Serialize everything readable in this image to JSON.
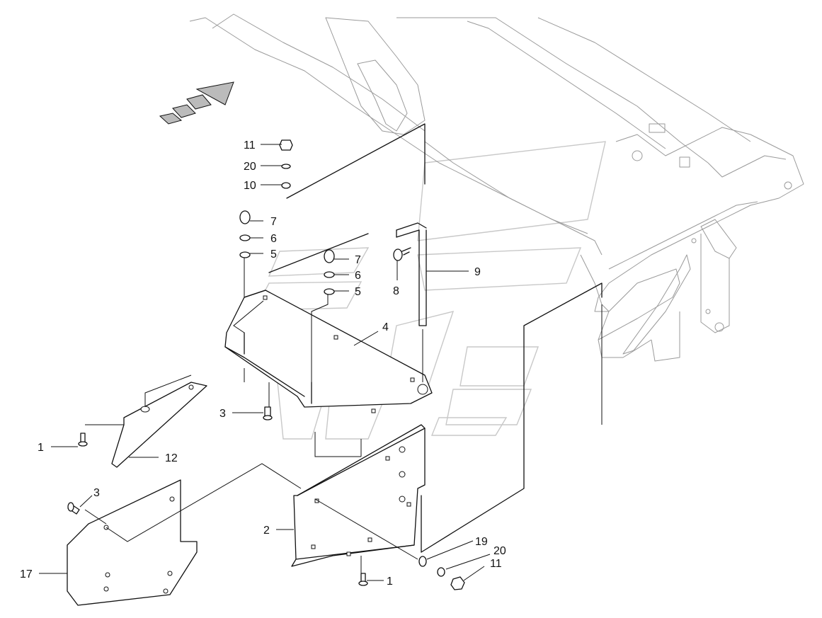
{
  "callouts": [
    {
      "id": "c11a",
      "text": "11"
    },
    {
      "id": "c20a",
      "text": "20"
    },
    {
      "id": "c10",
      "text": "10"
    },
    {
      "id": "c7a",
      "text": "7"
    },
    {
      "id": "c6a",
      "text": "6"
    },
    {
      "id": "c5a",
      "text": "5"
    },
    {
      "id": "c7b",
      "text": "7"
    },
    {
      "id": "c6b",
      "text": "6"
    },
    {
      "id": "c5b",
      "text": "5"
    },
    {
      "id": "c8",
      "text": "8"
    },
    {
      "id": "c9",
      "text": "9"
    },
    {
      "id": "c4",
      "text": "4"
    },
    {
      "id": "c3a",
      "text": "3"
    },
    {
      "id": "c1a",
      "text": "1"
    },
    {
      "id": "c12",
      "text": "12"
    },
    {
      "id": "c3b",
      "text": "3"
    },
    {
      "id": "c2",
      "text": "2"
    },
    {
      "id": "c17",
      "text": "17"
    },
    {
      "id": "c19",
      "text": "19"
    },
    {
      "id": "c20b",
      "text": "20"
    },
    {
      "id": "c11b",
      "text": "11"
    },
    {
      "id": "c1b",
      "text": "1"
    }
  ]
}
